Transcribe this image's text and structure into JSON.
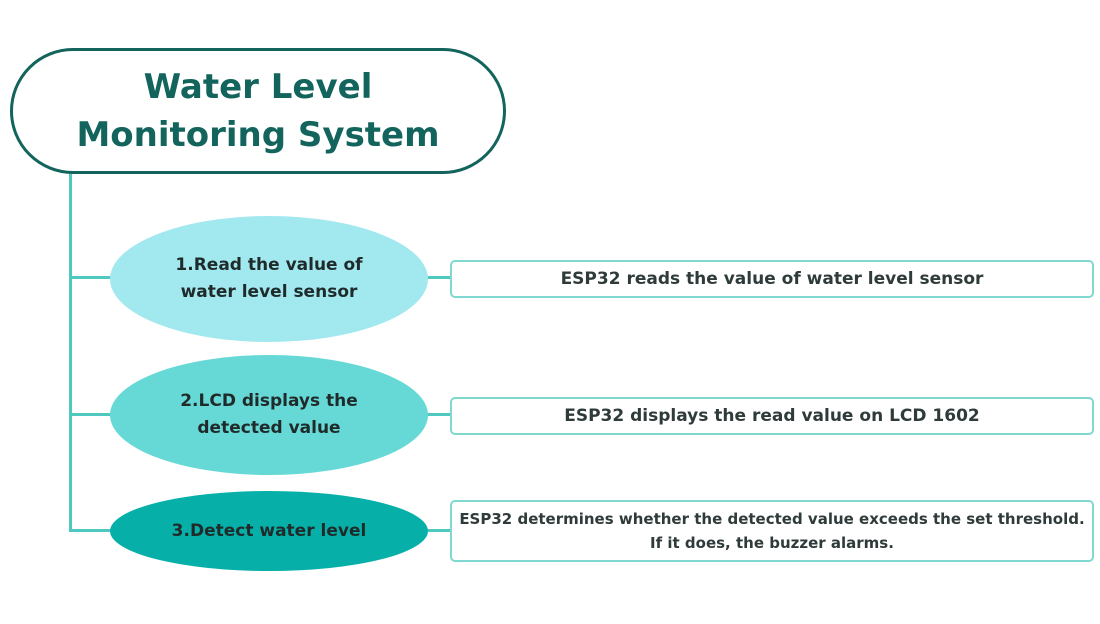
{
  "title": {
    "line1": "Water Level",
    "line2": "Monitoring System"
  },
  "colors": {
    "title_border": "#12645c",
    "title_text": "#12645c",
    "connector": "#4fc9bf",
    "step1_fill": "#a2e8ef",
    "step2_fill": "#66d9d6",
    "step3_fill": "#06b0a8",
    "box_border": "#7fd9d1"
  },
  "steps": [
    {
      "label_lines": [
        "1.Read the value of",
        "water level sensor"
      ],
      "description_lines": [
        "ESP32 reads the value of water level sensor"
      ]
    },
    {
      "label_lines": [
        "2.LCD displays the",
        "detected value"
      ],
      "description_lines": [
        "ESP32 displays the read value on LCD 1602"
      ]
    },
    {
      "label_lines": [
        "3.Detect water level"
      ],
      "description_lines": [
        "ESP32 determines whether the detected value exceeds the set threshold.",
        "If it does, the buzzer alarms."
      ]
    }
  ]
}
